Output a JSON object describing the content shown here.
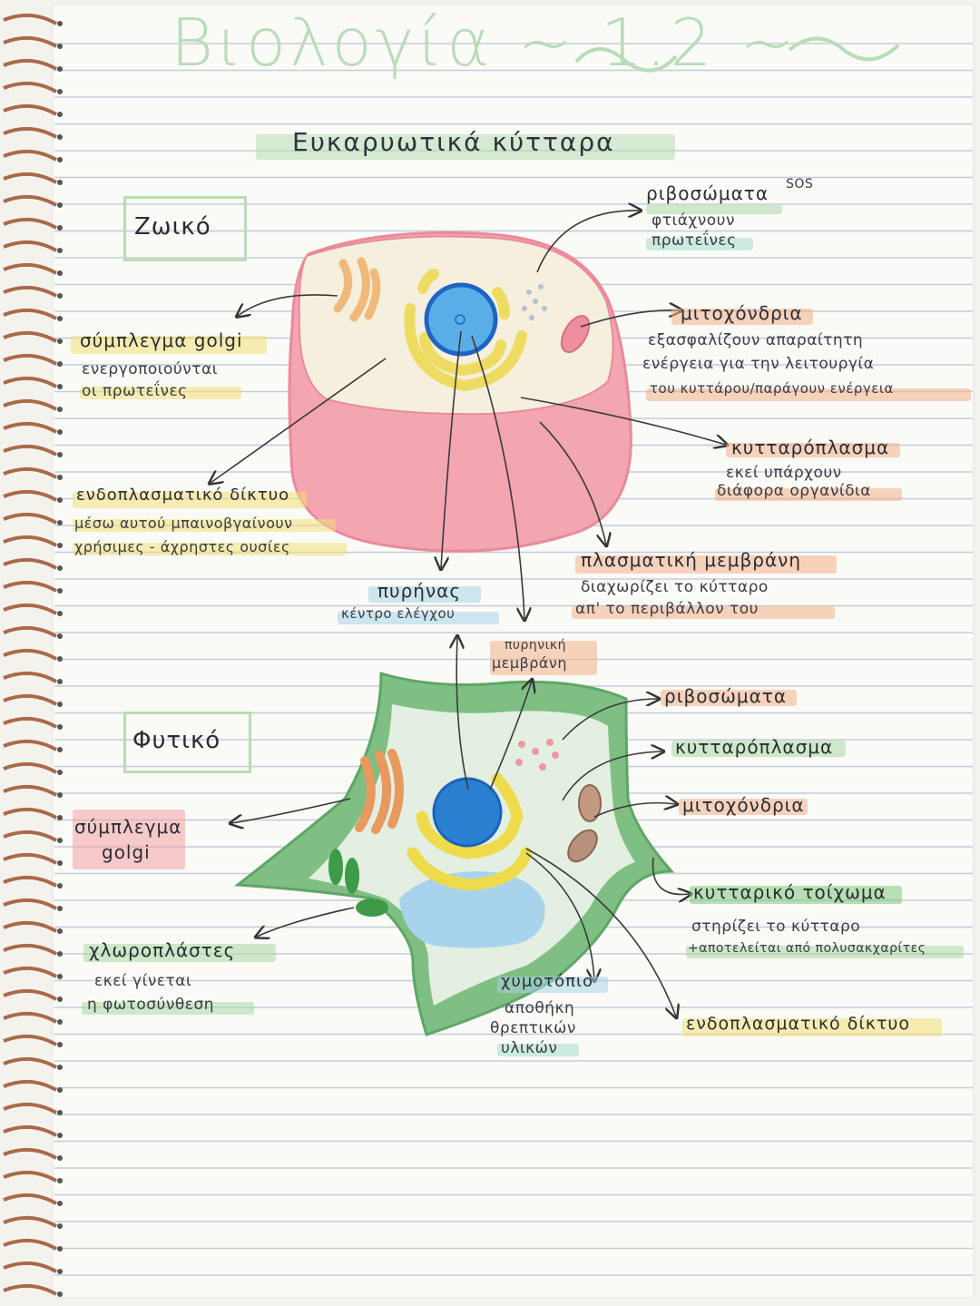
{
  "title": "Βιολογία ~ 1.2 ~",
  "subtitle": "Ευκαρυωτικά κύτταρα",
  "animal": {
    "heading": "Ζωικό",
    "labels": {
      "ribosomes": "ριβοσώματα",
      "ribosomes_sos": "SOS",
      "ribosomes_desc1": "φτιάχνουν",
      "ribosomes_desc2": "πρωτεΐνες",
      "golgi": "σύμπλεγμα golgi",
      "golgi_desc1": "ενεργοποιούνται",
      "golgi_desc2": "οι πρωτεΐνες",
      "mito": "μιτοχόνδρια",
      "mito_desc1": "εξασφαλίζουν απαραίτητη",
      "mito_desc2": "ενέργεια για την λειτουργία",
      "mito_desc3": "του κυττάρου/παράγουν ενέργεια",
      "cytoplasm": "κυτταρόπλασμα",
      "cytoplasm_desc1": "εκεί υπάρχουν",
      "cytoplasm_desc2": "διάφορα οργανίδια",
      "er": "ενδοπλασματικό δίκτυο",
      "er_desc1": "μέσω αυτού μπαινοβγαίνουν",
      "er_desc2": "χρήσιμες - άχρηστες ουσίες",
      "membrane": "πλασματική μεμβράνη",
      "membrane_desc1": "διαχωρίζει το κύτταρο",
      "membrane_desc2": "απ' το περιβάλλον του",
      "nucleus": "πυρήνας",
      "nucleus_desc": "κέντρο ελέγχου",
      "nuclear_membrane1": "πυρηνική",
      "nuclear_membrane2": "μεμβράνη"
    }
  },
  "plant": {
    "heading": "Φυτικό",
    "labels": {
      "ribosomes": "ριβοσώματα",
      "cytoplasm": "κυτταρόπλασμα",
      "mito": "μιτοχόνδρια",
      "golgi1": "σύμπλεγμα",
      "golgi2": "golgi",
      "wall": "κυτταρικό τοίχωμα",
      "wall_desc1": "στηρίζει το κύτταρο",
      "wall_desc2": "+αποτελείται από πολυσακχαρίτες",
      "chloro": "χλωροπλάστες",
      "chloro_desc1": "εκεί γίνεται",
      "chloro_desc2": "η φωτοσύνθεση",
      "vacuole": "χυμοτόπιο",
      "vacuole_desc1": "αποθήκη",
      "vacuole_desc2": "θρεπτικών",
      "vacuole_desc3": "υλικών",
      "er": "ενδοπλασματικό δίκτυο"
    }
  },
  "colors": {
    "title_green": "#b9dcb9",
    "hl_yellow": "#f2e07a",
    "hl_orange": "#f4b08a",
    "hl_green": "#a9d8a4",
    "hl_teal": "#a7dccf",
    "hl_blue": "#a8d4e8",
    "cell_pink": "#ef9aa8",
    "cell_green": "#8cc48e",
    "nucleus_blue": "#2a7fd0"
  }
}
